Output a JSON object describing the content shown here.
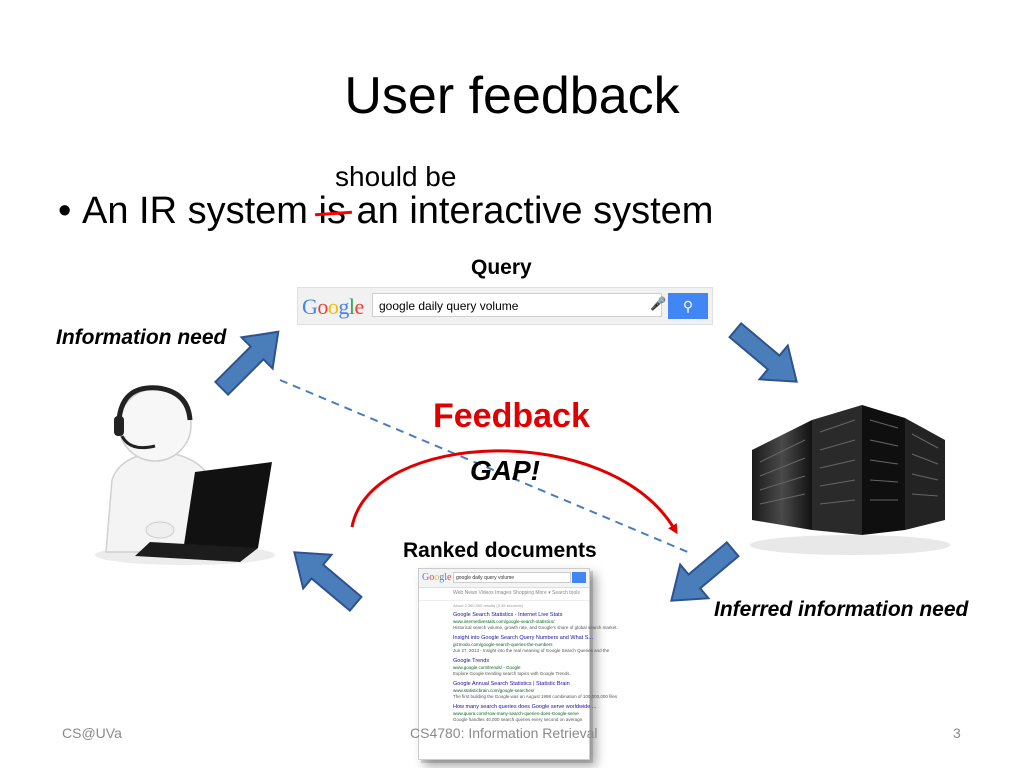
{
  "slide": {
    "title": "User feedback",
    "annotation": "should be",
    "bullet": {
      "before": "An IR system ",
      "struck": "is",
      "after": " an interactive system"
    },
    "labels": {
      "query": "Query",
      "information_need": "Information need",
      "feedback": "Feedback",
      "gap": "GAP!",
      "ranked_documents": "Ranked documents",
      "inferred_need": "Inferred information need"
    },
    "colors": {
      "arrow_fill": "#4a7ebb",
      "arrow_stroke": "#2f528f",
      "feedback_red": "#e00000",
      "dashed_line": "#4a7ebb",
      "search_button": "#4285f4"
    }
  },
  "search_box": {
    "logo": "Google",
    "query": "google daily query volume",
    "mic_icon": "microphone-icon",
    "search_icon": "magnifier-icon"
  },
  "results_doc": {
    "logo": "Google",
    "query": "google daily query volume",
    "tabs": "Web   News   Videos   Images   Shopping   More ▾   Search tools",
    "count": "About 2,360,000 results (0.35 seconds)",
    "results": [
      {
        "title": "Google Search Statistics - Internet Live Stats",
        "url": "www.internetlivestats.com/google-search-statistics/",
        "snippet": "Historical search volume, growth rate, and Google's share of global search market."
      },
      {
        "title": "Insight into Google Search Query Numbers and What S...",
        "url": "gizmodo.com/google-search-queries-the-numbers",
        "snippet": "Jun 27, 2013 - Insight into the real meaning of Google Search Queries and the"
      },
      {
        "title": "Google Trends",
        "url": "www.google.com/trends/ - Google",
        "snippet": "Explore Google trending search topics with Google Trends."
      },
      {
        "title": "Google Annual Search Statistics | Statistic Brain",
        "url": "www.statisticbrain.com/google-searches/",
        "snippet": "The first building the Google was an August 1998 combination of 100,000,000 files"
      },
      {
        "title": "How many search queries does Google serve worldwide ...",
        "url": "www.quora.com/How-many-search-queries-does-Google-serve",
        "snippet": "Google handles 40,000 search queries every second on average."
      }
    ]
  },
  "footer": {
    "left": "CS@UVa",
    "center": "CS4780: Information Retrieval",
    "page": "3"
  }
}
